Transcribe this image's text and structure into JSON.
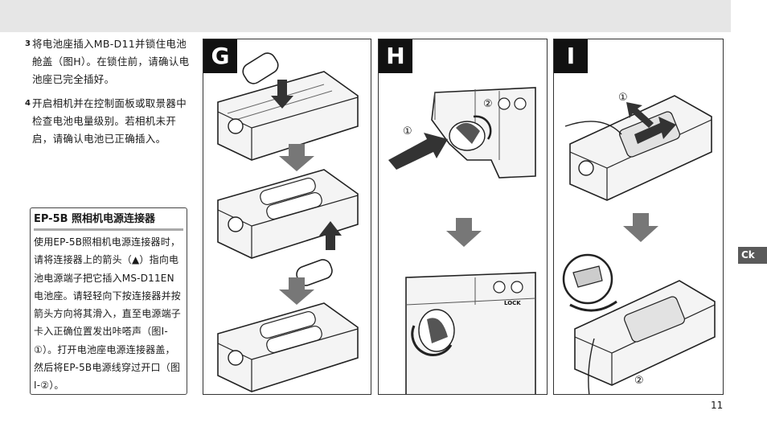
{
  "instructions": {
    "step3_number": "3",
    "step3_text": "将电池座插入MB-D11并锁住电池舱盖（图H）。在锁住前，请确认电池座已完全插好。",
    "step4_number": "4",
    "step4_text": "开启相机并在控制面板或取景器中检查电池电量级别。若相机未开启，请确认电池已正确插入。"
  },
  "connector_box": {
    "title": "EP-5B 照相机电源连接器",
    "body": "使用EP-5B照相机电源连接器时，请将连接器上的箭头（▲）指向电池电源端子把它插入MS-D11EN电池座。请轻轻向下按连接器并按箭头方向将其滑入，直至电源端子卡入正确位置发出咔嗒声（图I-①）。打开电池座电源连接器盖，然后将EP-5B电源线穿过开口（图I-②）。"
  },
  "figures": {
    "g_label": "G",
    "h_label": "H",
    "i_label": "I",
    "h_callout_1": "①",
    "h_callout_2": "②",
    "h_lock": "LOCK",
    "i_callout_1": "①",
    "i_callout_2": "②"
  },
  "side_tab": "Ck",
  "page_number": "11"
}
